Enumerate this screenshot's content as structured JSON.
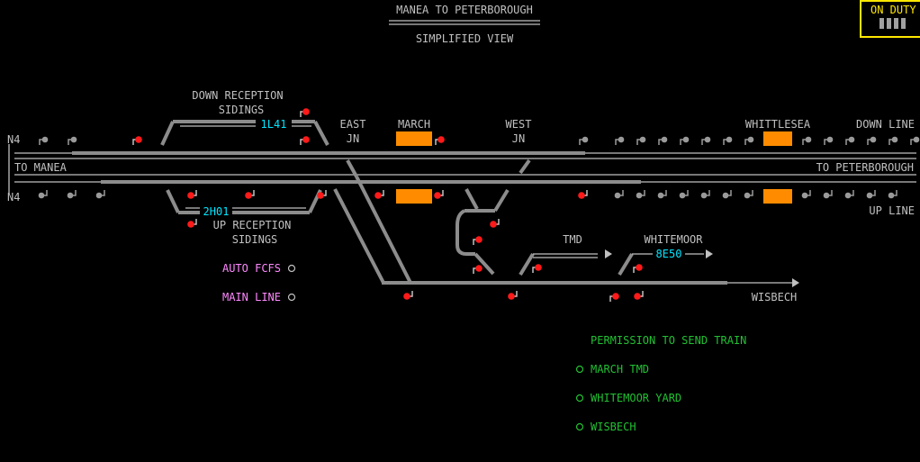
{
  "header": {
    "title": "MANEA TO PETERBOROUGH",
    "subtitle": "SIMPLIFIED VIEW"
  },
  "duty": {
    "label": "ON DUTY",
    "bars": 4
  },
  "line_ids": {
    "down": "N4",
    "up": "N4"
  },
  "directions": {
    "left": "TO MANEA",
    "right": "TO PETERBOROUGH"
  },
  "locations": {
    "down_reception_1": "DOWN RECEPTION",
    "down_reception_2": "SIDINGS",
    "up_reception_1": "UP RECEPTION",
    "up_reception_2": "SIDINGS",
    "east_jn_1": "EAST",
    "east_jn_2": "JN",
    "march": "MARCH",
    "west_jn_1": "WEST",
    "west_jn_2": "JN",
    "whittlesea": "WHITTLESEA",
    "down_line": "DOWN LINE",
    "up_line": "UP LINE",
    "tmd": "TMD",
    "whitemoor": "WHITEMOOR",
    "wisbech": "WISBECH"
  },
  "trains": {
    "down_reception": "1L41",
    "up_reception": "2H01",
    "whitemoor": "8E50"
  },
  "controls": {
    "auto_fcfs": "AUTO FCFS",
    "main_line": "MAIN LINE"
  },
  "permission": {
    "title": "PERMISSION TO SEND TRAIN",
    "items": [
      "MARCH TMD",
      "WHITEMOOR YARD",
      "WISBECH"
    ]
  },
  "colors": {
    "background": "#000000",
    "track": "#8c8c8c",
    "signal_red": "#ff1a1a",
    "signal_grey": "#9a9a9a",
    "platform": "#ff8c00",
    "train_id": "#00e5ff",
    "control_label": "#ff88ff",
    "permission": "#22c033",
    "duty": "#ffe800"
  }
}
